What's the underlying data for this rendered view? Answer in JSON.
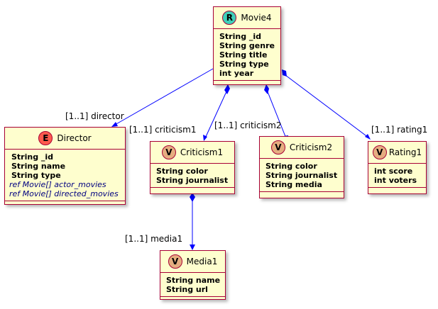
{
  "classes": {
    "movie4": {
      "name": "Movie4",
      "stereotype": "R",
      "stereotype_color": "#3fcfb9",
      "attributes": [
        "String _id",
        "String genre",
        "String title",
        "String type",
        "int year"
      ]
    },
    "director": {
      "name": "Director",
      "stereotype": "E",
      "stereotype_color": "#ff5a4d",
      "attributes": [
        "String _id",
        "String name",
        "String type"
      ],
      "refs": [
        "ref Movie[] actor_movies",
        "ref Movie[] directed_movies"
      ]
    },
    "criticism1": {
      "name": "Criticism1",
      "stereotype": "V",
      "stereotype_color": "#e5ad80",
      "attributes": [
        "String color",
        "String journalist"
      ]
    },
    "criticism2": {
      "name": "Criticism2",
      "stereotype": "V",
      "stereotype_color": "#e5ad80",
      "attributes": [
        "String color",
        "String journalist",
        "String media"
      ]
    },
    "rating1": {
      "name": "Rating1",
      "stereotype": "V",
      "stereotype_color": "#e5ad80",
      "attributes": [
        "int score",
        "int voters"
      ]
    },
    "media1": {
      "name": "Media1",
      "stereotype": "V",
      "stereotype_color": "#e5ad80",
      "attributes": [
        "String name",
        "String url"
      ]
    }
  },
  "relations": {
    "director": "[1..1] director",
    "criticism1": "[1..1] criticism1",
    "criticism2": "[1..1] criticism2",
    "rating1": "[1..1] rating1",
    "media1": "[1..1] media1"
  },
  "colors": {
    "edge": "#0000ff",
    "border": "#a80036",
    "fill": "#fefece"
  }
}
